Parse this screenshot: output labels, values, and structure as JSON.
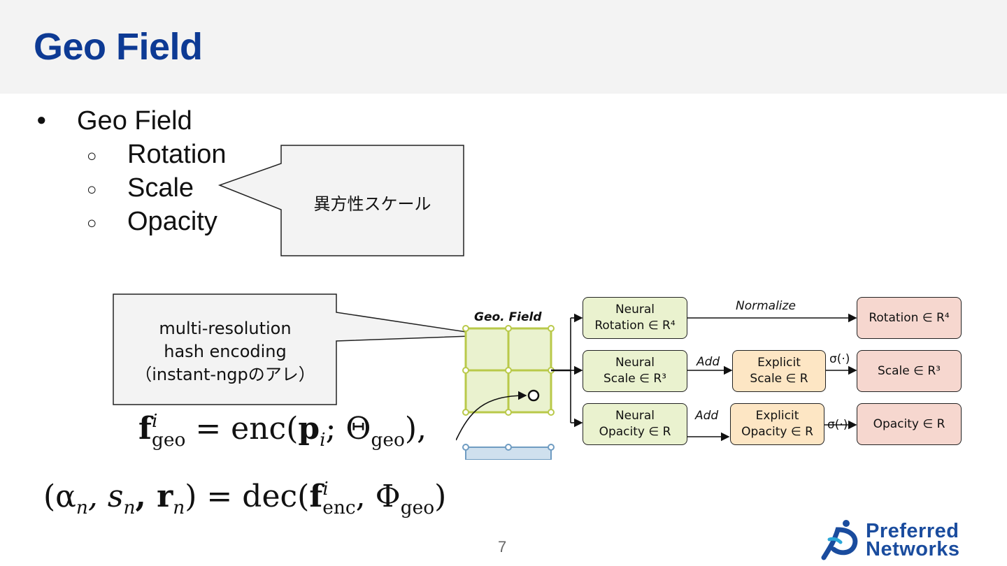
{
  "slide": {
    "title": "Geo Field",
    "page_number": "7"
  },
  "bullets": {
    "main": "Geo Field",
    "sub": [
      "Rotation",
      "Scale",
      "Opacity"
    ],
    "main_marker": "●",
    "sub_marker": "○"
  },
  "callouts": {
    "anisotropic": "異方性スケール",
    "encoding_line1": "multi-resolution",
    "encoding_line2": "hash encoding",
    "encoding_line3": "（instant-ngpのアレ）"
  },
  "formulas": {
    "f1_lhs_base": "f",
    "f1_lhs_sup": "i",
    "f1_lhs_sub": "geo",
    "f1_rhs": " = enc(",
    "f1_p": "p",
    "f1_p_sub": "i",
    "f1_theta": "; Θ",
    "f1_theta_sub": "geo",
    "f1_end": "),",
    "f2_lhs": "(α",
    "f2_n1": "n",
    "f2_s": ", s",
    "f2_n2": "n",
    "f2_r": ", r",
    "f2_n3": "n",
    "f2_mid": ") = dec(",
    "f2_f": "f",
    "f2_f_sup": "i",
    "f2_f_sub": "enc",
    "f2_phi": ", Φ",
    "f2_phi_sub": "geo",
    "f2_end": ")"
  },
  "diagram": {
    "grid_label": "Geo.  Field",
    "neural_rotation": [
      "Neural",
      "Rotation ∈ R⁴"
    ],
    "neural_scale": [
      "Neural",
      "Scale ∈ R³"
    ],
    "neural_opacity": [
      "Neural",
      "Opacity ∈ R"
    ],
    "explicit_scale": [
      "Explicit",
      "Scale ∈ R"
    ],
    "explicit_opacity": [
      "Explicit",
      "Opacity ∈ R"
    ],
    "out_rotation": "Rotation ∈ R⁴",
    "out_scale": "Scale ∈ R³",
    "out_opacity": "Opacity ∈ R",
    "label_normalize": "Normalize",
    "label_add_1": "Add",
    "label_add_2": "Add",
    "label_sigma_1": "σ(·)",
    "label_sigma_2": "σ(·)",
    "colors": {
      "green": "#eaf2cf",
      "orange": "#fde6c4",
      "pink": "#f6d7cf",
      "grid": "#b9c94a"
    }
  },
  "logo": {
    "line1": "Preferred",
    "line2": "Networks",
    "brand_color": "#1a4c9e"
  }
}
